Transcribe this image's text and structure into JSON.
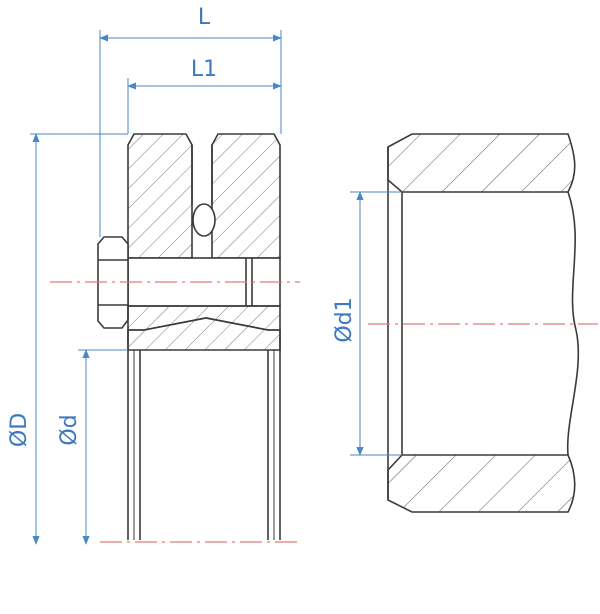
{
  "labels": {
    "overall_length": "L",
    "inner_length": "L1",
    "outer_diameter": "ØD",
    "bore_diameter": "Ød",
    "hub_bore_diameter": "Ød1"
  },
  "colors": {
    "outline": "#3a3a3a",
    "hatch": "#6b6b6b",
    "dimension": "#4a86c8",
    "dimension_text": "#3d78c0",
    "centerline": "#e07a7a"
  }
}
